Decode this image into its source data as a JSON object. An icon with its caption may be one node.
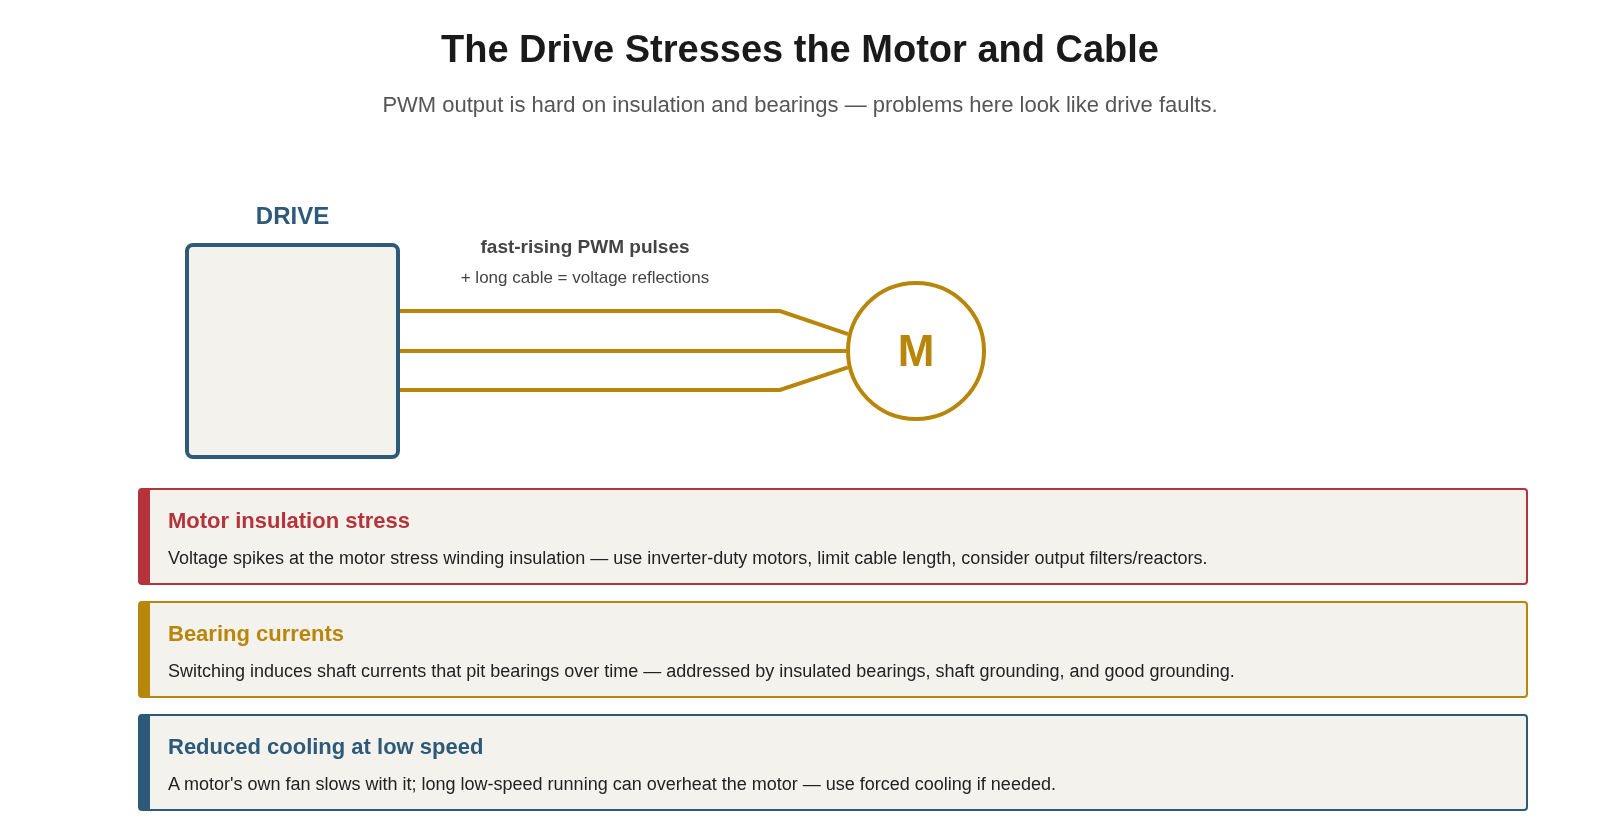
{
  "diagram": {
    "title": "The Drive Stresses the Motor and Cable",
    "nodes": [
      {
        "text": [
          "DRIVE"
        ]
      },
      {
        "text": [
          "M"
        ]
      },
      {
        "text": [
          "Motor insulation stress",
          "Voltage spikes at the motor stress winding insulation — use inverter-duty motors, limit cable length, consider output filters/reactors."
        ]
      },
      {
        "text": [
          "Bearing currents",
          "Switching induces shaft currents that pit bearings over time — addressed by insulated bearings, shaft grounding, and good grounding."
        ]
      },
      {
        "text": [
          "Reduced cooling at low speed",
          "A motor's own fan slows with it; long low-speed running can overheat the motor — use forced cooling if needed."
        ]
      }
    ],
    "edges": [
      {
        "from": 0,
        "to": 1,
        "arrow": "none"
      },
      {
        "from": 0,
        "to": 1,
        "arrow": "none"
      },
      {
        "from": 0,
        "to": 1,
        "arrow": "none"
      }
    ],
    "labels": [
      "PWM output is hard on insulation and bearings — problems here look like drive faults.",
      "fast-rising PWM pulses",
      "+ long cable = voltage reflections"
    ]
  }
}
